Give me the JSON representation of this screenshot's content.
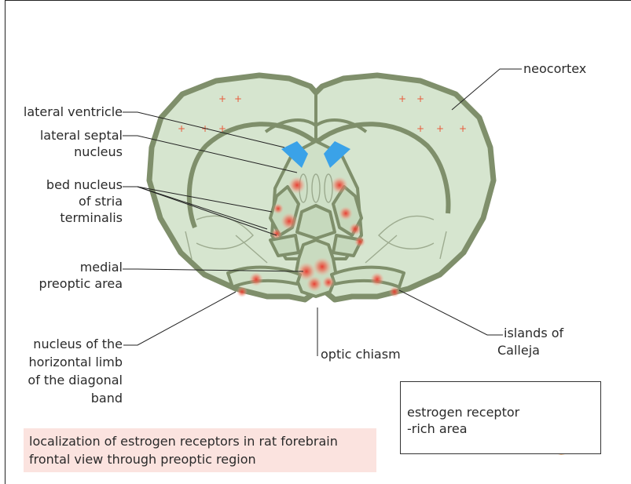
{
  "labels": {
    "neocortex": "neocortex",
    "lateral_ventricle": "lateral ventricle",
    "lateral_septal_1": "lateral septal",
    "lateral_septal_2": "nucleus",
    "bed_nucleus_1": "bed nucleus",
    "bed_nucleus_2": "of stria",
    "bed_nucleus_3": "terminalis",
    "medial_preoptic_1": "medial",
    "medial_preoptic_2": "preoptic area",
    "islands_1": "islands  of",
    "islands_2": "Calleja",
    "optic_chiasm": "optic chiasm",
    "diag_band_1": "nucleus of the",
    "diag_band_2": "horizontal limb",
    "diag_band_3": "of the diagonal",
    "diag_band_4": "band"
  },
  "legend": {
    "line1": "estrogen receptor",
    "line2": "-rich area"
  },
  "caption": {
    "line1": "localization of estrogen receptors in rat forebrain",
    "line2": "frontal view through preoptic region"
  },
  "colors": {
    "tissue": "#d6e5cf",
    "outline": "#7f8f6b",
    "ventricle": "#3aa2e8",
    "receptor": "#e8473a",
    "caption_bg": "#fbe3df"
  }
}
